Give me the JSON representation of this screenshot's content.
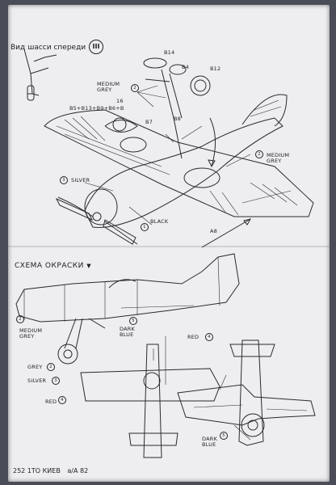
{
  "top_section": {
    "title": "Вид шасси спереди",
    "stage_number": "III",
    "parts": {
      "b14": "B14",
      "b4": "B4",
      "b12": "B12",
      "b5_group": "B5+B13+B9+B6+B",
      "b16": "16",
      "b7": "B7",
      "b8": "B8",
      "a8": "A8"
    },
    "colors": {
      "medium_grey_1": "MEDIUM\nGREY",
      "medium_grey_2": "MEDIUM\nGREY",
      "silver": "SILVER",
      "black": "BLACK"
    },
    "paint_codes": {
      "mg1": "2",
      "mg2": "2",
      "silver": "3",
      "black": "1"
    }
  },
  "bottom_section": {
    "title": "СХЕМА ОКРАСКИ",
    "colors": {
      "medium_grey": "MEDIUM\nGREY",
      "dark_blue_1": "DARK\nBLUE",
      "red_1": "RED",
      "grey": "GREY",
      "silver": "SILVER",
      "red_2": "RED",
      "dark_blue_2": "DARK\nBLUE"
    },
    "paint_codes": {
      "medium_grey": "2",
      "dark_blue_1": "5",
      "red_1": "4",
      "grey": "2",
      "silver": "3",
      "red_2": "4",
      "dark_blue_2": "5"
    }
  },
  "footer": {
    "imprint": "252 1ТО КИЕВ",
    "code": "а/А 82"
  }
}
